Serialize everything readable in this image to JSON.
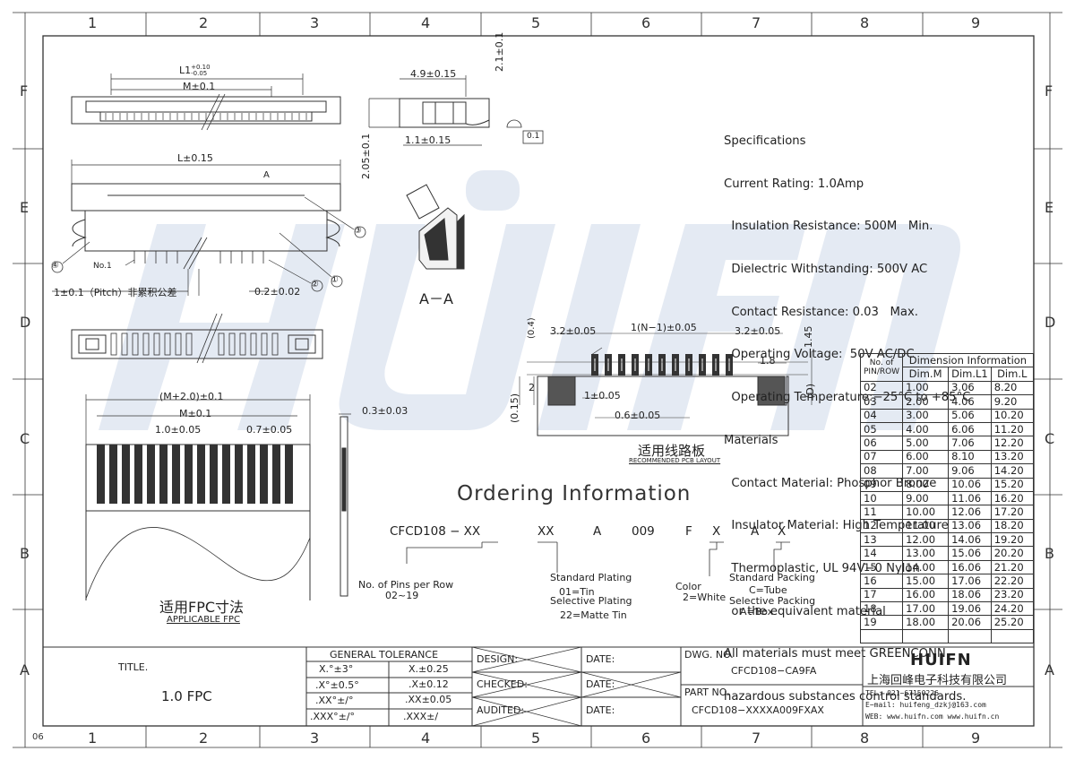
{
  "zones": {
    "columns": [
      "1",
      "2",
      "3",
      "4",
      "5",
      "6",
      "7",
      "8",
      "9"
    ],
    "rows": [
      "F",
      "E",
      "D",
      "C",
      "B",
      "A"
    ],
    "corner": "06"
  },
  "watermark": "HUIFN",
  "dims": {
    "l1": "L1",
    "l1_tol_up": "+0.10",
    "l1_tol_dn": "-0.05",
    "m01": "M±0.1",
    "l015": "L±0.15",
    "a_mark": "A",
    "w49": "4.9±0.15",
    "h21": "2.1±0.1",
    "h205": "2.05±0.1",
    "w11": "1.1±0.15",
    "flat": "0.1",
    "no1": "No.1",
    "pitch": "1±0.1（Pitch）非累积公差",
    "w02": "0.2±0.02",
    "callouts": [
      "①",
      "②",
      "③",
      "④"
    ],
    "section": "A－A",
    "m2": "(M+2.0)±0.1",
    "m01b": "M±0.1",
    "w10": "1.0±0.05",
    "w07": "0.7±0.05",
    "t03": "0.3±0.03",
    "fpc_cn": "适用FPC寸法",
    "fpc_en": "APPLICABLE FPC",
    "p04": "(0.4)",
    "p32a": "3.2±0.05",
    "pn": "1(N−1)±0.05",
    "p32b": "3.2±0.05",
    "p145": "1.45",
    "p18": "1.8",
    "p2": "2",
    "p015": "(0.15)",
    "p1": "1±0.05",
    "pd": "(D)",
    "p06": "0.6±0.05",
    "pcb_cn": "适用线路板",
    "pcb_en": "RECOMMENDED PCB LAYOUT"
  },
  "specs": [
    "Specifications",
    "Current Rating: 1.0Amp",
    "  Insulation Resistance: 500M   Min.",
    "  Dielectric Withstanding: 500V AC",
    "  Contact Resistance: 0.03   Max.",
    "  Operating Voltage:  50V AC/DC",
    "  Operating Temperature:−25°C to +85°C",
    "Materials",
    "  Contact Material: Phosphor Bronze",
    "  Insulator Material: High Temperature",
    "  Thermoplastic, UL 94V−0 Nylon",
    "  or the equivalent material",
    "All materials must meet GREENCONN",
    "hazardous substances control standards."
  ],
  "dim_table": {
    "head_left": "No. of",
    "head_left2": "PIN/ROW",
    "head_group": "Dimension Information",
    "cols": [
      "Dim.M",
      "Dim.L1",
      "Dim.L"
    ],
    "rows": [
      [
        "02",
        "1.00",
        "3.06",
        "8.20"
      ],
      [
        "03",
        "2.00",
        "4.06",
        "9.20"
      ],
      [
        "04",
        "3.00",
        "5.06",
        "10.20"
      ],
      [
        "05",
        "4.00",
        "6.06",
        "11.20"
      ],
      [
        "06",
        "5.00",
        "7.06",
        "12.20"
      ],
      [
        "07",
        "6.00",
        "8.10",
        "13.20"
      ],
      [
        "08",
        "7.00",
        "9.06",
        "14.20"
      ],
      [
        "09",
        "8.00",
        "10.06",
        "15.20"
      ],
      [
        "10",
        "9.00",
        "11.06",
        "16.20"
      ],
      [
        "11",
        "10.00",
        "12.06",
        "17.20"
      ],
      [
        "12",
        "11.00",
        "13.06",
        "18.20"
      ],
      [
        "13",
        "12.00",
        "14.06",
        "19.20"
      ],
      [
        "14",
        "13.00",
        "15.06",
        "20.20"
      ],
      [
        "15",
        "14.00",
        "16.06",
        "21.20"
      ],
      [
        "16",
        "15.00",
        "17.06",
        "22.20"
      ],
      [
        "17",
        "16.00",
        "18.06",
        "23.20"
      ],
      [
        "18",
        "17.00",
        "19.06",
        "24.20"
      ],
      [
        "19",
        "18.00",
        "20.06",
        "25.20"
      ]
    ]
  },
  "ordering": {
    "title": "Ordering Information",
    "code": [
      "CFCD108 − XX",
      "XX",
      "A",
      "009",
      "F",
      "X",
      "A",
      "X"
    ],
    "pins": "No. of Pins per Row",
    "pins_range": "02~19",
    "plating1": "Standard Plating",
    "plating2": "01=Tin",
    "plating3": "Selective Plating",
    "plating4": "22=Matte Tin",
    "color1": "Color",
    "color2": "2=White",
    "pack1": "Standard Packing",
    "pack2": "C=Tube",
    "pack3": "Selective Packing",
    "pack4": "A=Box"
  },
  "title_block": {
    "title_label": "TITLE.",
    "title_value": "1.0 FPC",
    "tol_head": "GENERAL  TOLERANCE",
    "tol": [
      [
        "X.°±3°",
        "X.±0.25"
      ],
      [
        ".X°±0.5°",
        ".X±0.12"
      ],
      [
        ".XX°±/°",
        ".XX±0.05"
      ],
      [
        ".XXX°±/°",
        ".XXX±/"
      ]
    ],
    "design": "DESIGN:",
    "checked": "CHECKED:",
    "audited": "AUDITED:",
    "date1": "DATE:",
    "date2": "DATE:",
    "date3": "DATE:",
    "dwg_label": "DWG. NO.",
    "dwg_value": "CFCD108−CA9FA",
    "part_label": "PART NO.",
    "part_value": "CFCD108−XXXXA009FXAX",
    "logo": "HUIFN",
    "company": "上海回峰电子科技有限公司",
    "tel": "TEL: 021−67150226",
    "email": "E−mail: huifeng_dzkj@163.com",
    "web": "WEB: www.huifn.com  www.huifn.cn"
  }
}
